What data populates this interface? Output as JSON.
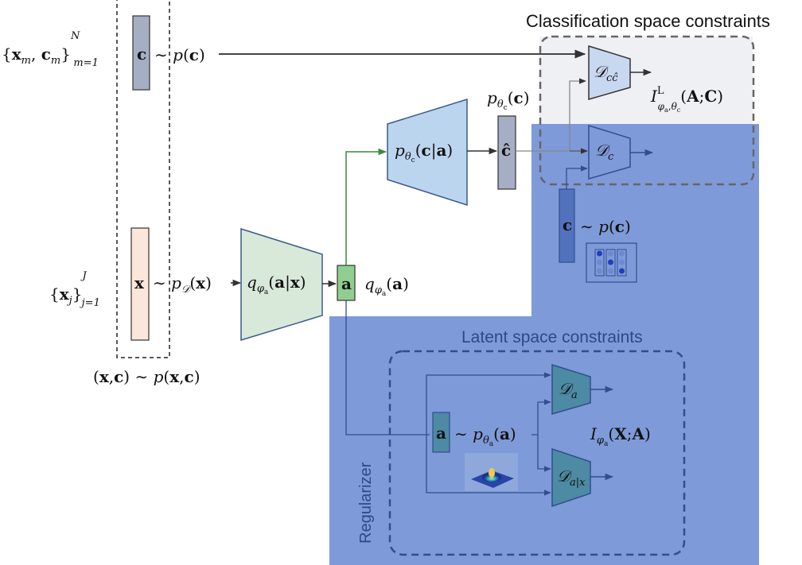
{
  "titles": {
    "classification": "Classification space constraints",
    "latent": "Latent space constraints",
    "regularizer": "Regularizer"
  },
  "dataset": {
    "labeled": "{x_m, c_m}_{m=1}^N",
    "unlabeled": "{x_j}_{j=1}^J",
    "joint": "(x,c) ~ p(x,c)"
  },
  "nodes": {
    "c_sample": "c",
    "c_prior": "~ p(c)",
    "x_sample": "x",
    "x_data": "~ p_D(x)",
    "encoder": "q_φa(a|x)",
    "a_vec": "a",
    "a_marginal": "q_φa(a)",
    "classifier": "p_θc(c|a)",
    "c_hat": "ĉ",
    "c_hat_label": "p_θc(c)",
    "disc_cc": "D_cĉ",
    "mi_class": "I^L_{φa,θc}(A;C)",
    "disc_c": "D_c",
    "c_prior_sample": "c",
    "c_prior_label": "~ p(c)",
    "a_prior_sample": "a",
    "a_prior_label": "~ p_θa(a)",
    "disc_a": "D_a",
    "disc_ax": "D_a|x",
    "mi_latent": "I_φa(X;A)"
  },
  "colors": {
    "panel_blue": "#7f9ad8",
    "panel_gray": "#eef0f4",
    "encoder_fill": "#d8e9d9",
    "classifier_fill": "#bcd5ef",
    "x_fill": "#fbe6da",
    "c_fill": "#a6aec4",
    "a_fill": "#8fce8f",
    "green_line": "#3a8a3a"
  }
}
